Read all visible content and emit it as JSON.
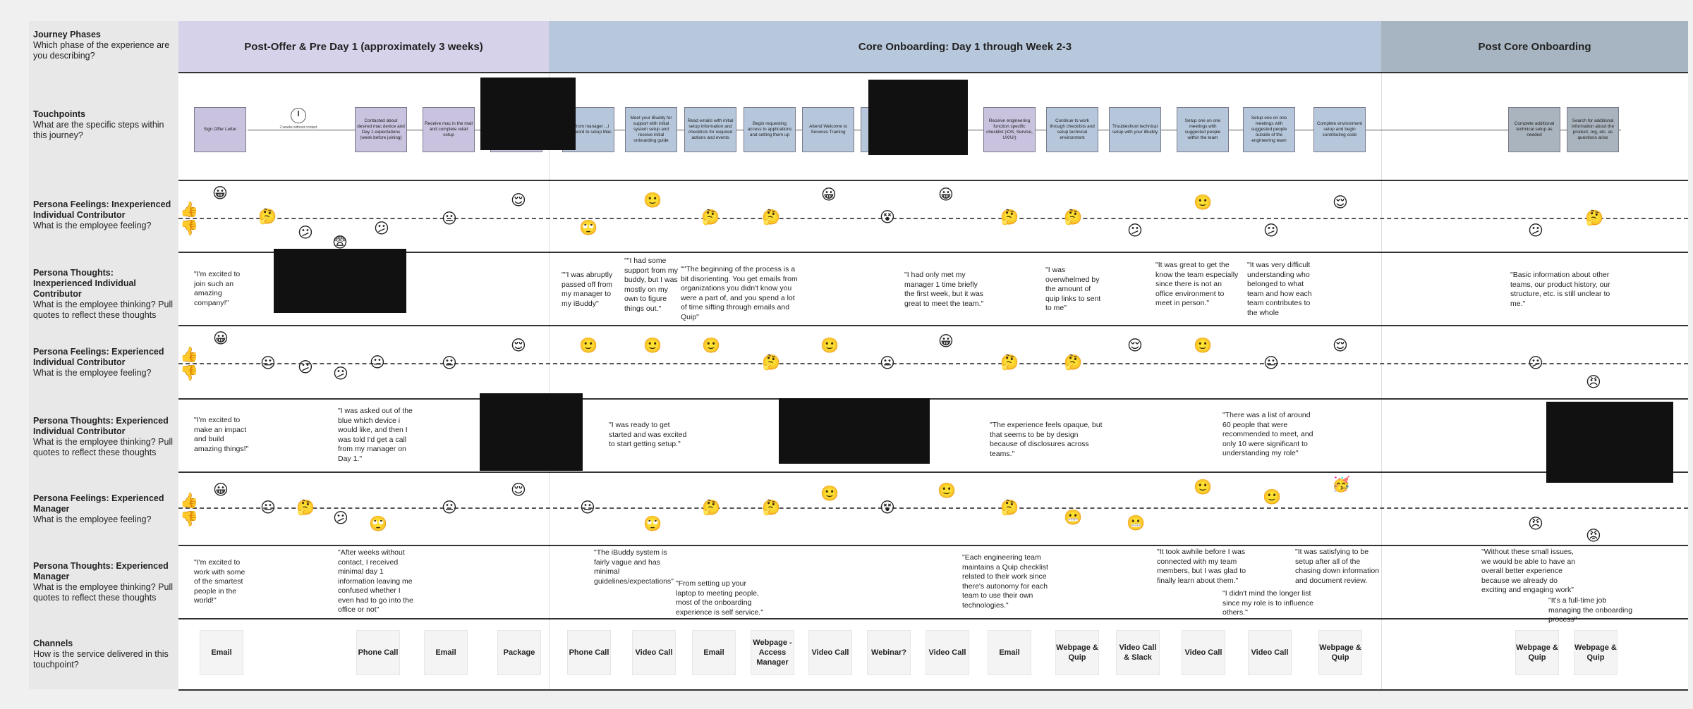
{
  "phases": [
    "Post-Offer & Pre Day 1 (approximately 3 weeks)",
    "Core Onboarding: Day 1 through Week 2-3",
    "Post Core Onboarding"
  ],
  "row_labels": [
    {
      "title": "Journey Phases",
      "desc": "Which phase of the experience are you describing?"
    },
    {
      "title": "Touchpoints",
      "desc": "What are the specific steps within this journey?"
    },
    {
      "title": "Persona Feelings: Inexperienced Individual Contributor",
      "desc": "What is the employee feeling?"
    },
    {
      "title": "Persona Thoughts: Inexperienced Individual Contributor",
      "desc": "What is the employee thinking? Pull quotes to reflect these thoughts"
    },
    {
      "title": "Persona Feelings: Experienced Individual Contributor",
      "desc": "What is the employee feeling?"
    },
    {
      "title": "Persona Thoughts: Experienced Individual Contributor",
      "desc": "What is the employee thinking? Pull quotes to reflect these thoughts"
    },
    {
      "title": "Persona Feelings: Experienced Manager",
      "desc": "What is the employee feeling?"
    },
    {
      "title": "Persona Thoughts: Experienced Manager",
      "desc": "What is the employee thinking? Pull quotes to reflect these thoughts"
    },
    {
      "title": "Channels",
      "desc": "How is the service delivered in this touchpoint?"
    }
  ],
  "touchpoints": [
    "Sign Offer Letter",
    "Contacted about desired mac device and Day 1 expectations (week before joining)",
    "Receive mac in the mail and complete retail setup",
    "...d from manager ...l password to setup Mac",
    "Meet your iBuddy for support with initial system setup and receive initial onboarding guide",
    "Read emails with initial setup information and checklists for required actions and events",
    "Begin requesting access to applications and setting them up",
    "Attend Welcome to Services Training",
    "Receive engineering function specific checklist (iOS, Service, UX/UI)",
    "Continue to work through checklists and setup technical environment",
    "Troubleshoot technical setup with your iBuddy",
    "Setup one on one meetings with suggested people within the team",
    "Setup one on one meetings with suggested people outside of the engineering team",
    "Complete environment setup and begin contributing code",
    "Complete additional technical setup as needed",
    "Search for additional information about the product, org, etc. as questions arise"
  ],
  "clock_label": "2 weeks without contact",
  "feeling_icons": {
    "grin": "😀",
    "smile": "🙂",
    "think": "🤔",
    "meh": "😐",
    "worried": "😕",
    "content": "😌",
    "shock": "😨",
    "rolleyes": "🙄",
    "grimace": "😬",
    "dizzy": "😵",
    "angry": "😠",
    "rage": "😡",
    "party": "🥳",
    "thumbs_up": "👍",
    "thumbs_down": "👎"
  },
  "quotes_inexp_ic": [
    "\"I'm excited to join such an amazing company!\"",
    "\"\"I was abruptly passed off from my manager to my iBuddy\"",
    "\"\"I had some support from my buddy, but I was mostly on my own to figure things out.\"",
    "\"\"The beginning of the process is a bit disorienting. You get emails from organizations you didn't know you were a part of, and you spend a lot of time sifting through emails and Quip\"",
    "\"I had only met my manager 1 time briefly the first week, but it was great to meet the team.\"",
    "\"I was overwhelmed by the amount of quip links to sent to me\"",
    "\"It was great to get the know the team especially since there is not an office environment to meet in person.\"",
    "\"It was very difficult understanding who belonged to what team and how each team contributes to the whole",
    "\"Basic information about other teams, our product history, our structure, etc. is still unclear to me.\""
  ],
  "quotes_exp_ic": [
    "\"I'm excited to make an impact and build amazing things!\"",
    "\"I was asked out of the blue which device i would like, and then I was told I'd get a call from my manager on Day 1.\"",
    "\"I was ready to get started and was excited to start getting setup.\"",
    "\"The experience feels opaque, but that seems to be by design because of disclosures across teams.\"",
    "\"There was a list of around 60 people that were recommended to meet, and only 10 were significant to understanding my role\""
  ],
  "quotes_exp_mgr": [
    "\"I'm excited to work with some of the smartest people in the world!\"",
    "\"After weeks without contact, I received minimal day 1 information leaving me confused whether I even had to go into the office or not\"",
    "\"The iBuddy system is fairly vague and has minimal guidelines/expectations\"",
    "\"From setting up your laptop to meeting people, most of the onboarding experience is self service.\"",
    "\"Each engineering team maintains a Quip checklist related to their work since there's autonomy for each team to use their own technologies.\"",
    "\"It took awhile before I was connected with my team members, but I was glad to finally learn about them.\"",
    "\"I didn't mind the longer list since my role is to influence others.\"",
    "\"It was satisfying to be setup after all of the chasing down information and document review.",
    "\"Without these small issues, we would be able to have an overall better experience because we already do exciting and engaging work\"",
    "\"It's a full-time job managing the onboarding process\""
  ],
  "channels": [
    "Email",
    "Phone Call",
    "Email",
    "Package",
    "Phone Call",
    "Video Call",
    "Email",
    "Webpage - Access Manager",
    "Video Call",
    "Webinar?",
    "Video Call",
    "Email",
    "Webpage & Quip",
    "Video Call & Slack",
    "Video Call",
    "Video Call",
    "Webpage & Quip",
    "Webpage & Quip",
    "Webpage & Quip"
  ]
}
